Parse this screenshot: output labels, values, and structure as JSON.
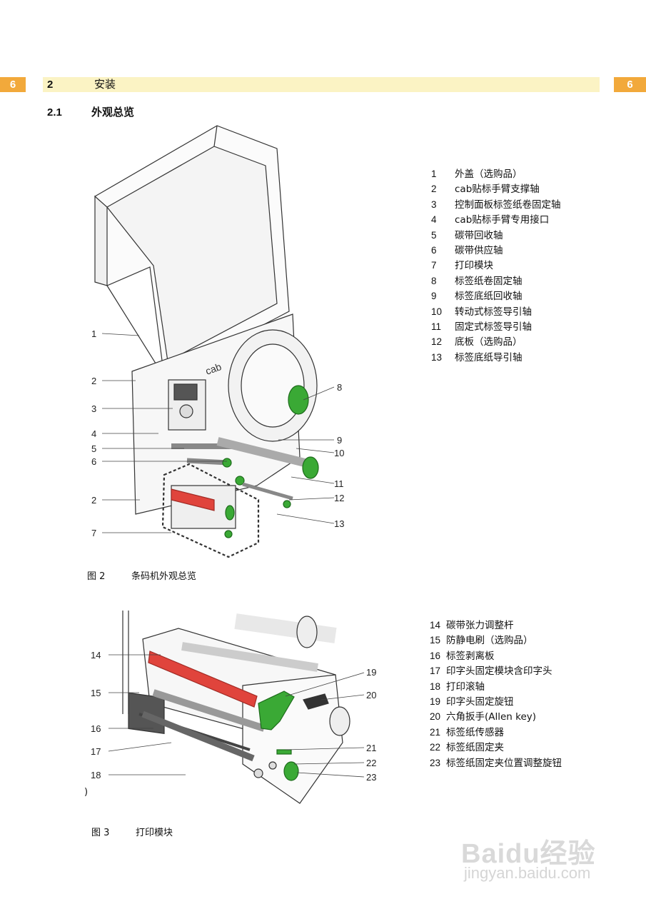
{
  "header": {
    "page_left": "6",
    "page_right": "6",
    "section_number": "2",
    "section_title": "安装"
  },
  "subsection": {
    "number": "2.1",
    "title": "外观总览"
  },
  "figure1": {
    "caption_label": "图 2",
    "caption_text": "条码机外观总览",
    "callouts": [
      "1",
      "2",
      "3",
      "4",
      "5",
      "6",
      "2",
      "7",
      "8",
      "9",
      "10",
      "11",
      "12",
      "13"
    ],
    "legend": [
      {
        "num": "1",
        "text": "外盖（选购品）"
      },
      {
        "num": "2",
        "text": "cab贴标手臂支撑轴"
      },
      {
        "num": "3",
        "text": "控制面板标签纸卷固定轴"
      },
      {
        "num": "4",
        "text": "cab贴标手臂专用接口"
      },
      {
        "num": "5",
        "text": "碳带回收轴"
      },
      {
        "num": "6",
        "text": "碳带供应轴"
      },
      {
        "num": "7",
        "text": "打印模块"
      },
      {
        "num": "8",
        "text": "标签纸卷固定轴"
      },
      {
        "num": "9",
        "text": "标签底纸回收轴"
      },
      {
        "num": "10",
        "text": "转动式标签导引轴"
      },
      {
        "num": "11",
        "text": "固定式标签导引轴"
      },
      {
        "num": "12",
        "text": "底板（选购品）"
      },
      {
        "num": "13",
        "text": "标签底纸导引轴"
      }
    ]
  },
  "figure2": {
    "caption_label": "图 3",
    "caption_text": "打印模块",
    "stray_mark": ")",
    "callouts": [
      "14",
      "15",
      "16",
      "17",
      "18",
      "19",
      "20",
      "21",
      "22",
      "23"
    ],
    "legend": [
      {
        "num": "14",
        "text": "碳带张力调整杆"
      },
      {
        "num": "15",
        "text": "防静电刷（选购品）"
      },
      {
        "num": "16",
        "text": "标签剥离板"
      },
      {
        "num": "17",
        "text": "印字头固定模块含印字头"
      },
      {
        "num": "18",
        "text": "打印滚轴"
      },
      {
        "num": "19",
        "text": "印字头固定旋钮"
      },
      {
        "num": "20",
        "text": "六角扳手(Allen key)"
      },
      {
        "num": "21",
        "text": "标签纸传感器"
      },
      {
        "num": "22",
        "text": "标签纸固定夹"
      },
      {
        "num": "23",
        "text": "标签纸固定夹位置调整旋钮"
      }
    ]
  },
  "watermark": {
    "main": "Baidu经验",
    "url": "jingyan.baidu.com"
  },
  "colors": {
    "tab": "#f2a93b",
    "bar": "#fbf3c4",
    "knob_green": "#3aa935",
    "lever_red": "#e0443c"
  }
}
